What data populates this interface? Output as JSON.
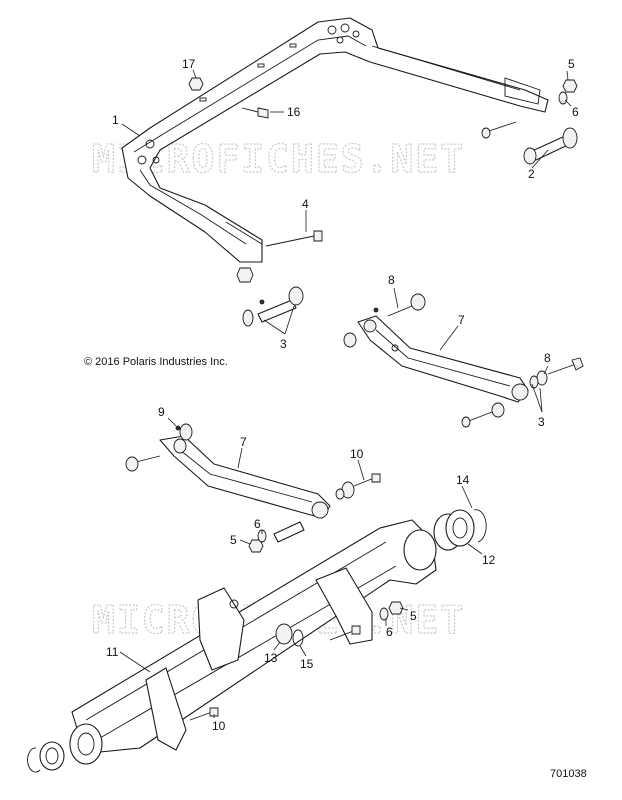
{
  "copyright": "© 2016 Polaris Industries Inc.",
  "document_number": "701038",
  "watermark": "MICROFICHES.NET",
  "callouts": {
    "c1": "1",
    "c2": "2",
    "c3a": "3",
    "c3b": "3",
    "c4": "4",
    "c5a": "5",
    "c5b": "5",
    "c5c": "5",
    "c6a": "6",
    "c6b": "6",
    "c6c": "6",
    "c7a": "7",
    "c7b": "7",
    "c8a": "8",
    "c8b": "8",
    "c9": "9",
    "c10a": "10",
    "c10b": "10",
    "c11": "11",
    "c12": "12",
    "c13": "13",
    "c14": "14",
    "c15": "15",
    "c16": "16",
    "c17": "17"
  }
}
